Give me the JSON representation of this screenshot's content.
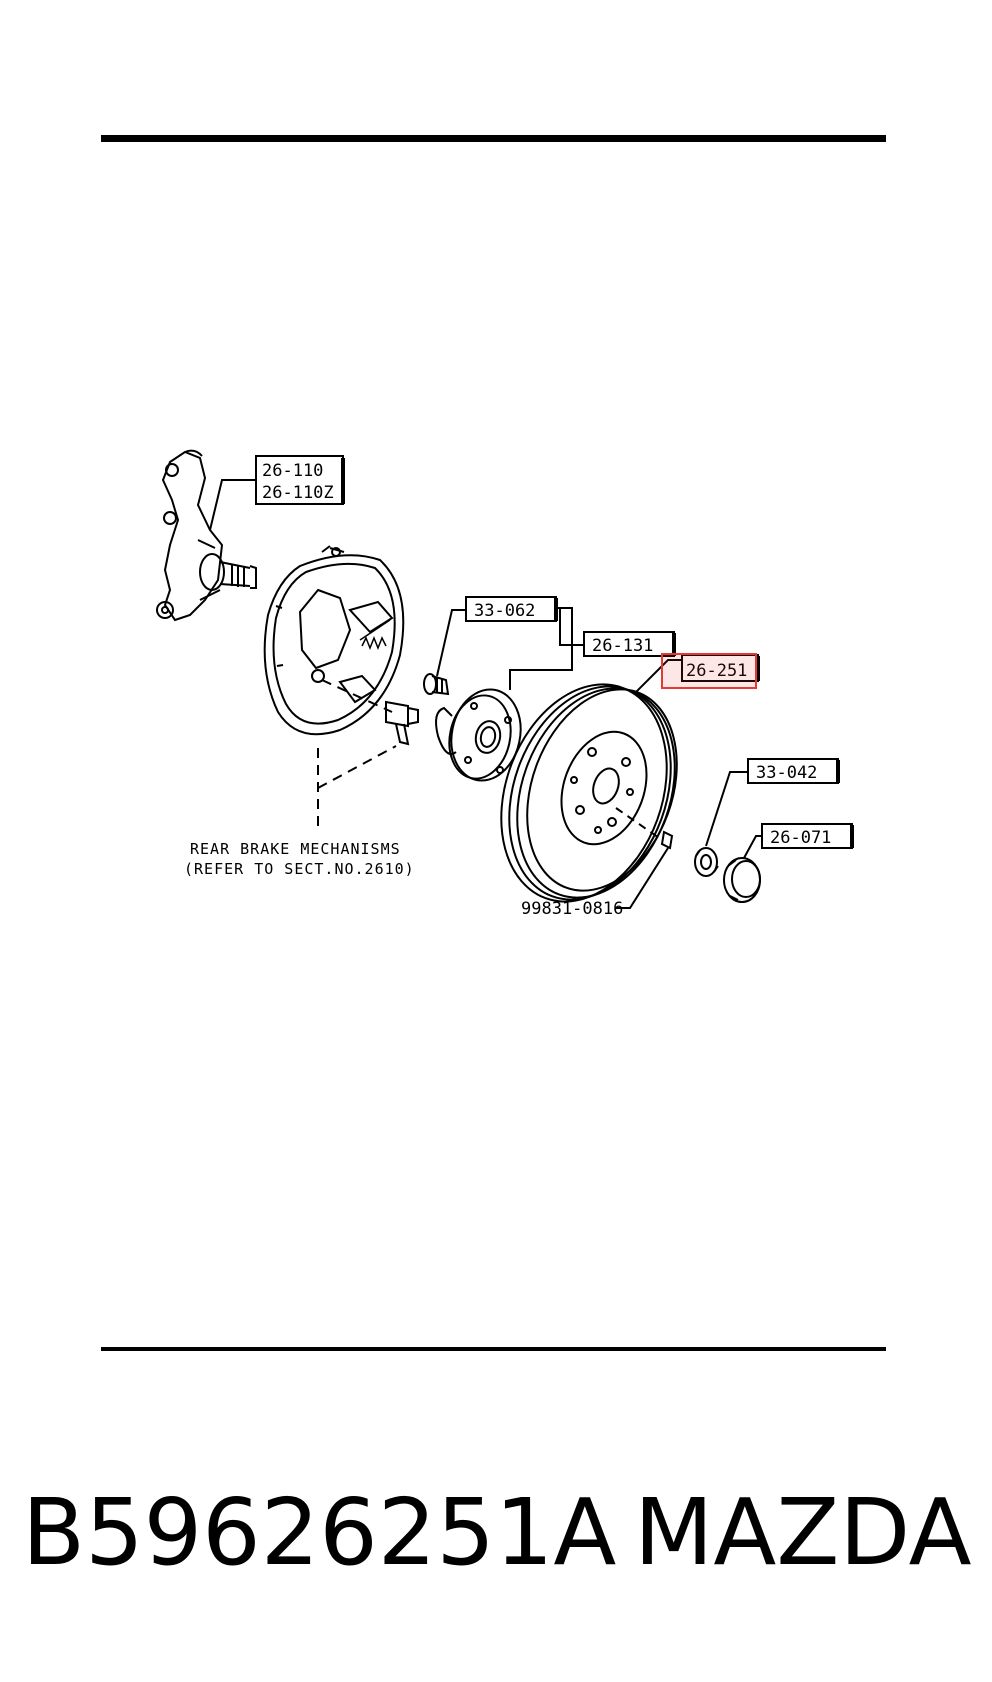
{
  "callouts": {
    "knuckle_a": "26-110",
    "knuckle_b": "26-110Z",
    "hub_bolt": "33-062",
    "hub": "26-131",
    "drum": "26-251",
    "nut": "33-042",
    "cap": "26-071",
    "screw": "99831-0816"
  },
  "note": {
    "line1": "REAR BRAKE MECHANISMS",
    "line2": "(REFER TO SECT.NO.2610)"
  },
  "highlight": {
    "target": "26-251",
    "color": "#e53935"
  },
  "footer": {
    "part_number": "B59626251A",
    "brand": "MAZDA"
  }
}
